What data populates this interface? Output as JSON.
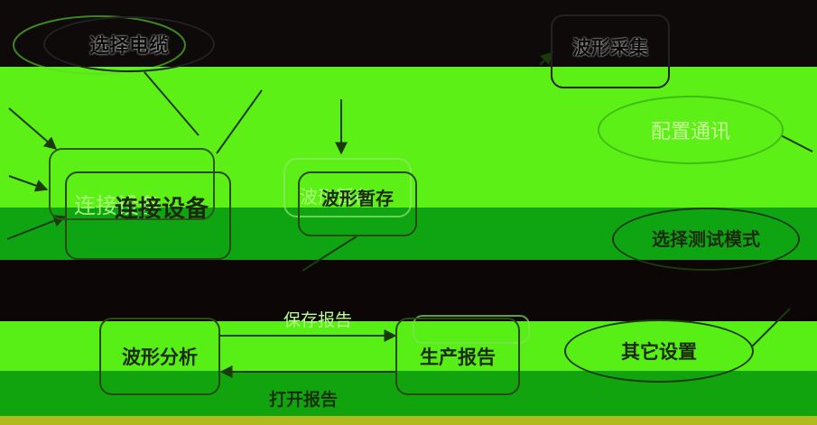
{
  "colors": {
    "bg": "#ffffff",
    "dark": "#0c0808",
    "lime": "#5cf016",
    "green": "#12a010",
    "olive": "#8fb41f",
    "ellipse_fill": "#73f52a",
    "stroke": "#1b3a0a"
  },
  "nodes": {
    "select_cable": "选择电缆",
    "waveform_capture": "波形采集",
    "config_comm": "配置通讯",
    "connect_device": "连接设备",
    "connect_device_shadow": "连接设备",
    "waveform_save": "波形暂存",
    "waveform_save_shadow": "波形暂存",
    "select_test_mode": "选择测试模式",
    "waveform_analysis": "波形分析",
    "generate_report": "生产报告",
    "other_settings": "其它设置"
  },
  "edges": {
    "save_report": "保存报告",
    "open_report": "打开报告"
  }
}
